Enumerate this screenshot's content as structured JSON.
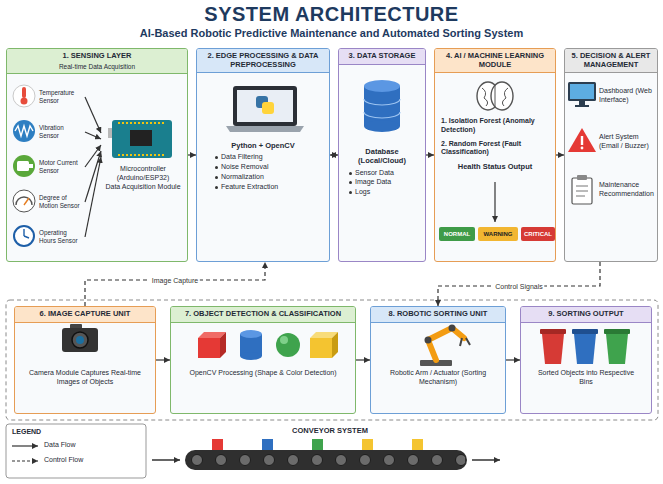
{
  "diagram": {
    "title": "SYSTEM ARCHITECTURE",
    "nodes": [
      {
        "text": [
          "1. SENSING LAYER",
          "Real-time Data Acquisition"
        ]
      },
      {
        "text": [
          "Temperature Sensor"
        ],
        "in": 0
      },
      {
        "text": [
          "Vibration Sensor"
        ],
        "in": 0
      },
      {
        "text": [
          "Motor Current Sensor"
        ],
        "in": 0
      },
      {
        "text": [
          "Degree of Motion Sensor"
        ],
        "in": 0
      },
      {
        "text": [
          "Operating Hours Sensor"
        ],
        "in": 0
      },
      {
        "text": [
          "Microcontroller (Arduino/ESP32)",
          "Data Acquisition Module"
        ],
        "in": 0
      },
      {
        "text": [
          "2. EDGE PROCESSING & DATA PREPROCESSING",
          "Python + OpenCV",
          "Data Filtering",
          "Noise Removal",
          "Normalization",
          "Feature Extraction"
        ]
      },
      {
        "text": [
          "3. DATA STORAGE",
          "Database (Local/Cloud)",
          "Sensor Data",
          "Image Data",
          "Logs"
        ]
      },
      {
        "text": [
          "4. AI / MACHINE LEARNING MODULE",
          "1. Isolation Forest (Anomaly Detection)",
          "2. Random Forest (Fault Classification)",
          "Health Status Output"
        ]
      },
      {
        "text": [
          "NORMAL"
        ],
        "in": 9
      },
      {
        "text": [
          "WARNING"
        ],
        "in": 9
      },
      {
        "text": [
          "CRITICAL"
        ],
        "in": 9
      },
      {
        "text": [
          "5. DECISION & ALERT MANAGEMENT",
          "Dashboard (Web Interface)",
          "Alert System (Email / Buzzer)",
          "Maintenance Recommendation"
        ]
      },
      {
        "text": [
          "6. IMAGE CAPTURE UNIT",
          "Camera Module Captures Real-time Images of Objects"
        ]
      },
      {
        "text": [
          "7. OBJECT DETECTION & CLASSIFICATION",
          "OpenCV Processing (Shape & Color Detection)"
        ]
      },
      {
        "text": [
          "8. ROBOTIC SORTING UNIT",
          "Robotic Arm / Actuator (Sorting Mechanism)"
        ]
      },
      {
        "text": [
          "9. SORTING OUTPUT",
          "Sorted Objects into Respective Bins"
        ]
      },
      {
        "text": [
          "CONVEYOR SYSTEM"
        ]
      }
    ],
    "edges": [
      {
        "from": 1,
        "to": 6,
        "arrow": "to"
      },
      {
        "from": 2,
        "to": 6,
        "arrow": "to"
      },
      {
        "from": 3,
        "to": 6,
        "arrow": "to"
      },
      {
        "from": 4,
        "to": 6,
        "arrow": "to"
      },
      {
        "from": 5,
        "to": 6,
        "arrow": "to"
      },
      {
        "from": 0,
        "to": 7,
        "arrow": "to"
      },
      {
        "from": 7,
        "to": 8,
        "arrow": "both"
      },
      {
        "from": 8,
        "to": 9,
        "arrow": "to"
      },
      {
        "from": 9,
        "to": 13,
        "arrow": "to"
      },
      {
        "from": 14,
        "to": 15,
        "arrow": "to"
      },
      {
        "from": 15,
        "to": 16,
        "arrow": "to"
      },
      {
        "from": 16,
        "to": 17,
        "arrow": "to"
      },
      {
        "from": 13,
        "to": 16,
        "label": "Control Signals",
        "arrow": "to"
      },
      {
        "from": 14,
        "to": 7,
        "label": "Image Capture",
        "arrow": "to"
      }
    ],
    "labels": [
      "AI-Based Robotic Predictive Maintenance and Automated Sorting System",
      "LEGEND"
    ],
    "legend": [
      {
        "text": "Data Flow"
      },
      {
        "text": "Control Flow"
      }
    ]
  }
}
